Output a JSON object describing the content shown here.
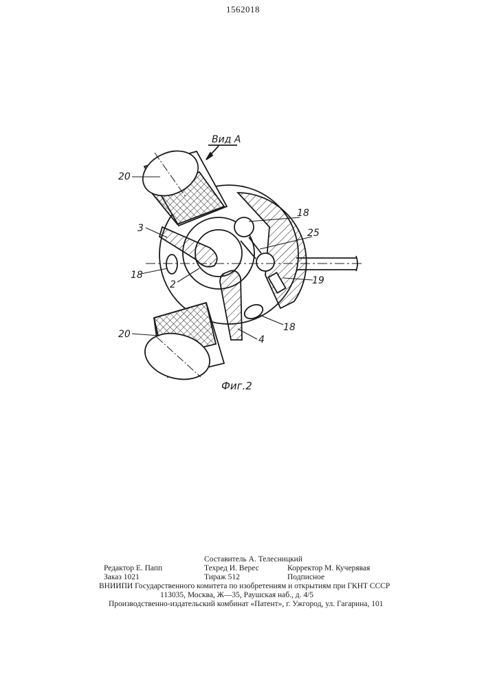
{
  "patent_number": "1562018",
  "figure": {
    "view_label": "Вид А",
    "caption": "Фиг.2",
    "callouts": [
      "20",
      "3",
      "18",
      "2",
      "20",
      "18",
      "25",
      "19",
      "18",
      "4"
    ]
  },
  "imprint": {
    "compiler": "Составитель А. Телесницкий",
    "editor": "Редактор Е. Папп",
    "techred": "Техред И. Верес",
    "corrector": "Корректор М. Кучерявая",
    "order": "Заказ 1021",
    "circulation": "Тираж 512",
    "subscription": "Подписное",
    "org": "ВНИИПИ Государственного комитета по изобретениям и открытиям при ГКНТ СССР",
    "address": "113035, Москва, Ж—35, Раушская наб., д. 4/5",
    "publisher": "Производственно-издательский комбинат «Патент», г. Ужгород, ул. Гагарина, 101"
  }
}
